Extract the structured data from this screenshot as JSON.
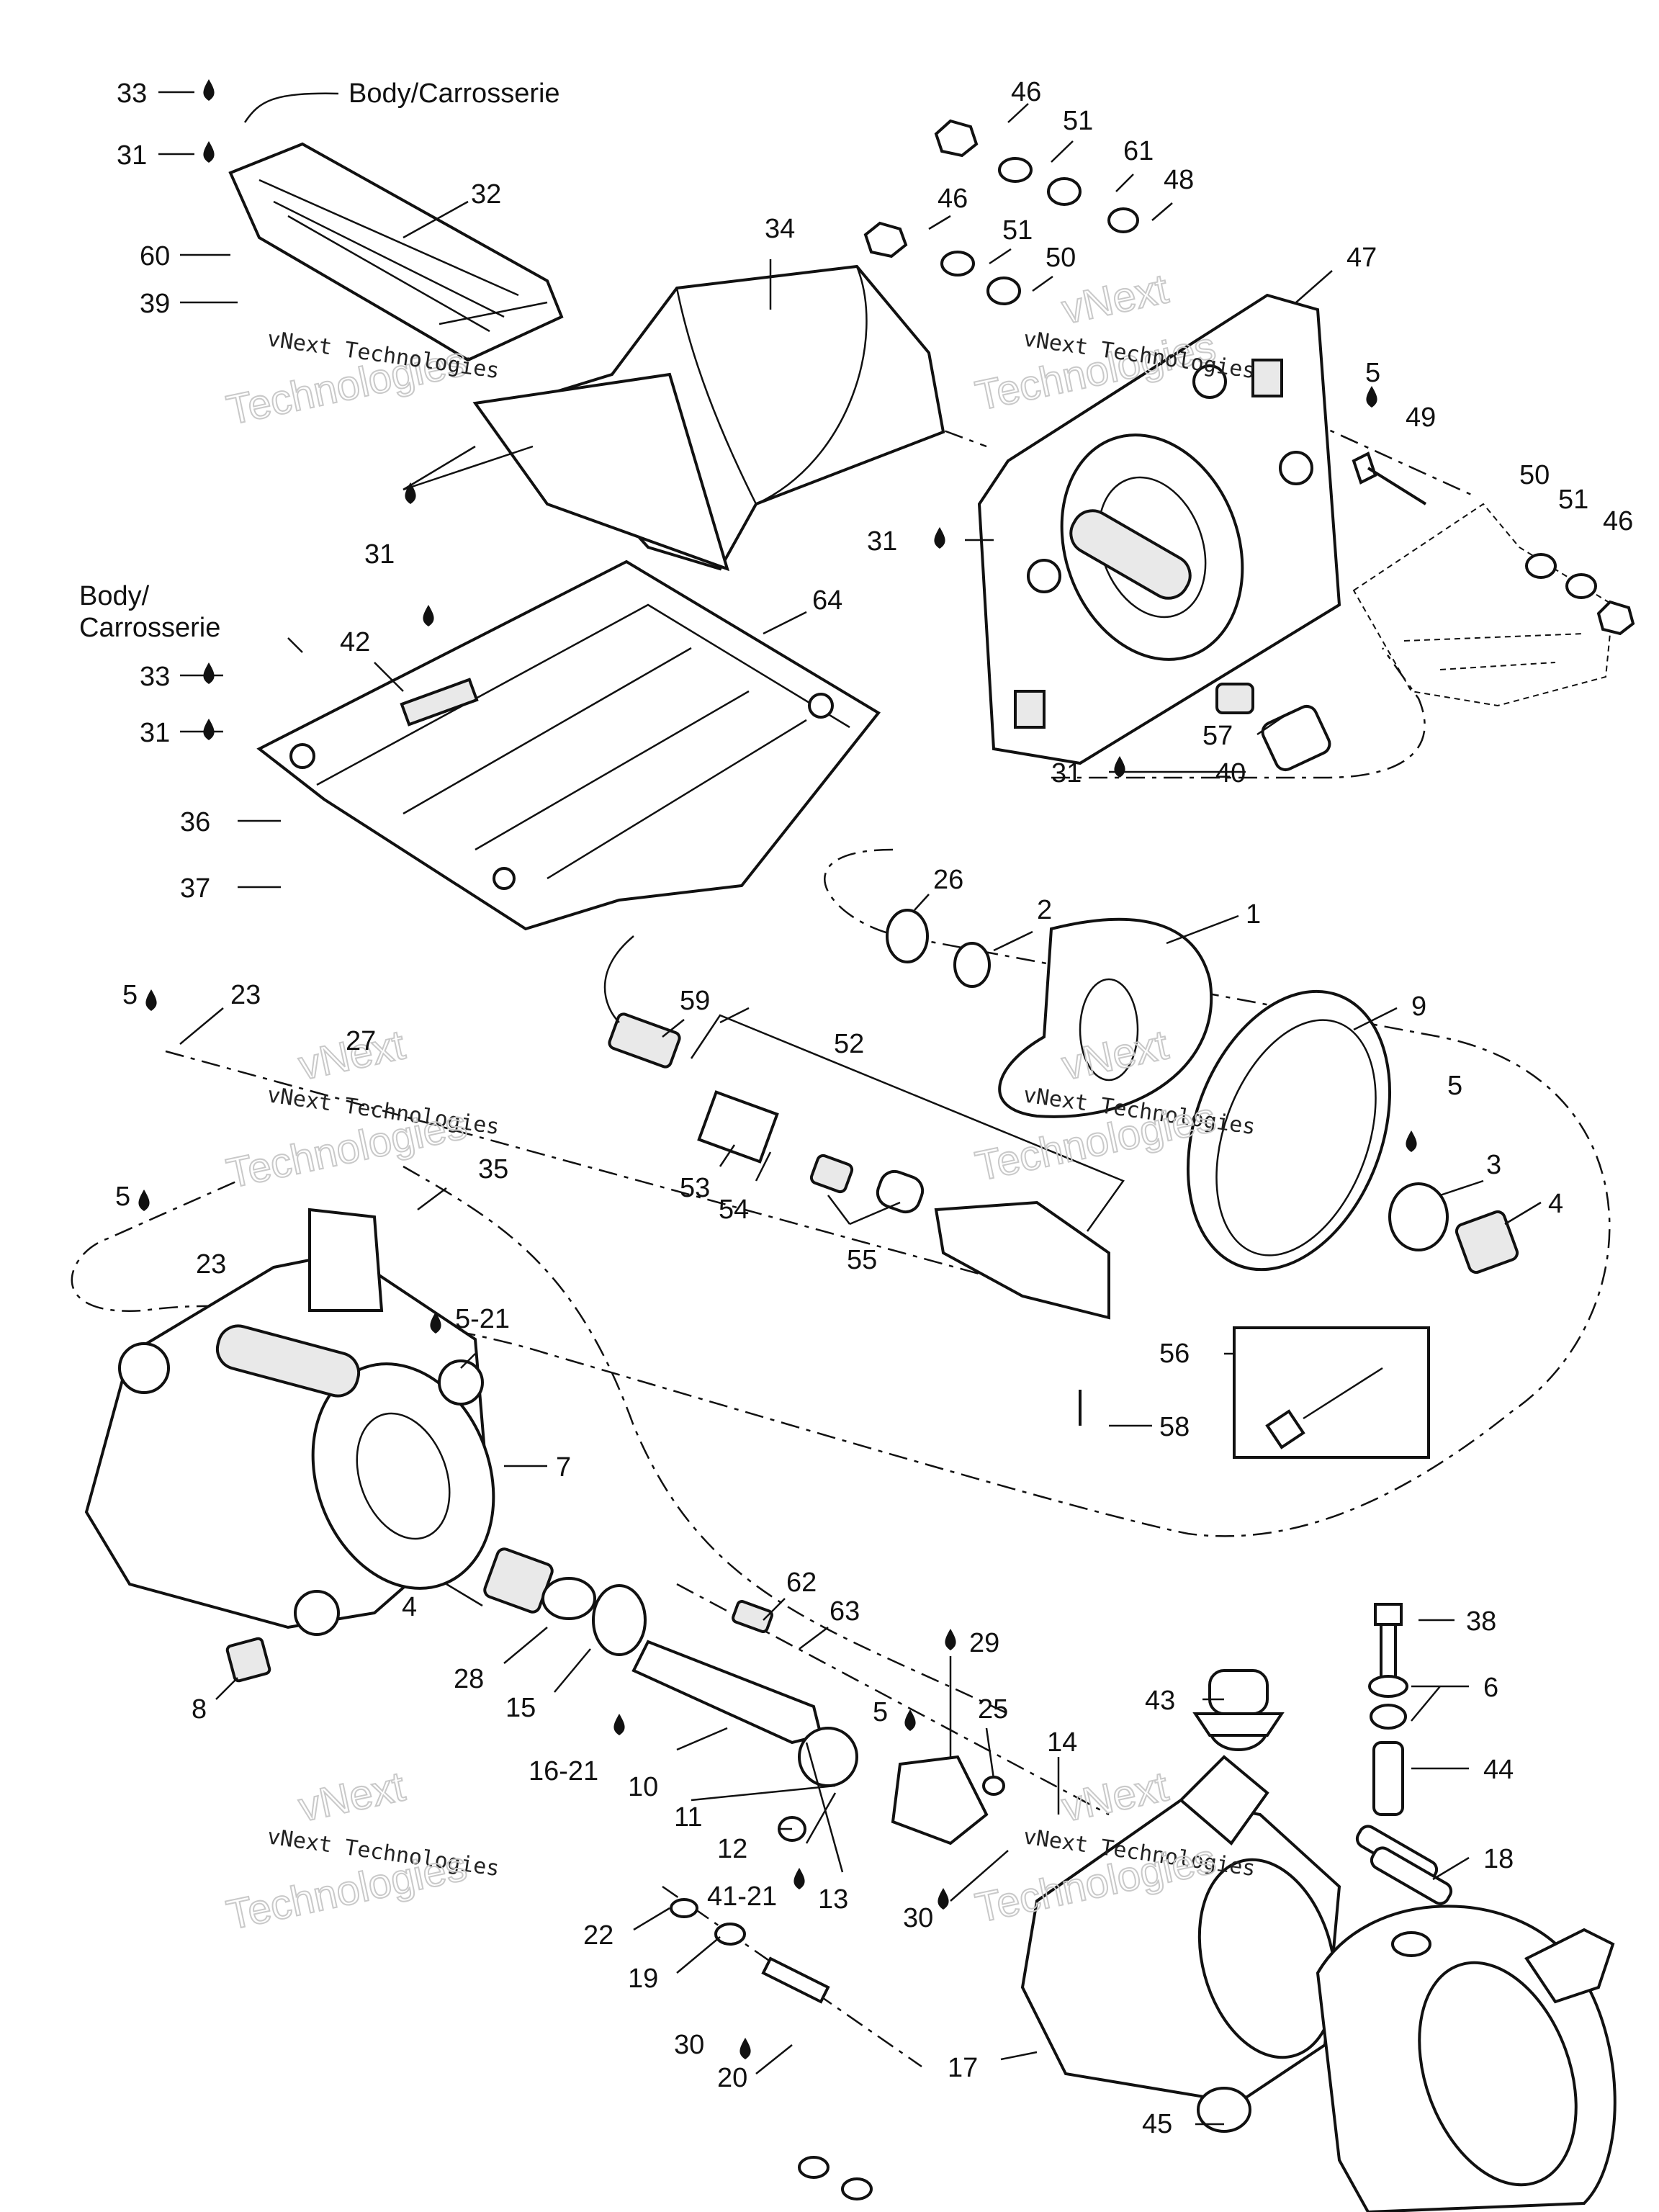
{
  "callouts": [
    {
      "id": "33a",
      "text": "33"
    },
    {
      "id": "31a",
      "text": "31"
    },
    {
      "id": "32",
      "text": "32"
    },
    {
      "id": "60",
      "text": "60"
    },
    {
      "id": "39",
      "text": "39"
    },
    {
      "id": "34",
      "text": "34"
    },
    {
      "id": "31b",
      "text": "31"
    },
    {
      "id": "42",
      "text": "42"
    },
    {
      "id": "64",
      "text": "64"
    },
    {
      "id": "33b",
      "text": "33"
    },
    {
      "id": "31c",
      "text": "31"
    },
    {
      "id": "36",
      "text": "36"
    },
    {
      "id": "37",
      "text": "37"
    },
    {
      "id": "46a",
      "text": "46"
    },
    {
      "id": "51a",
      "text": "51"
    },
    {
      "id": "61",
      "text": "61"
    },
    {
      "id": "48",
      "text": "48"
    },
    {
      "id": "46b",
      "text": "46"
    },
    {
      "id": "51b",
      "text": "51"
    },
    {
      "id": "50a",
      "text": "50"
    },
    {
      "id": "47",
      "text": "47"
    },
    {
      "id": "5a",
      "text": "5"
    },
    {
      "id": "49",
      "text": "49"
    },
    {
      "id": "50b",
      "text": "50"
    },
    {
      "id": "51c",
      "text": "51"
    },
    {
      "id": "46c",
      "text": "46"
    },
    {
      "id": "31d",
      "text": "31"
    },
    {
      "id": "57",
      "text": "57"
    },
    {
      "id": "40",
      "text": "40"
    },
    {
      "id": "31e",
      "text": "31"
    },
    {
      "id": "26",
      "text": "26"
    },
    {
      "id": "2",
      "text": "2"
    },
    {
      "id": "1",
      "text": "1"
    },
    {
      "id": "9",
      "text": "9"
    },
    {
      "id": "5b",
      "text": "5"
    },
    {
      "id": "3",
      "text": "3"
    },
    {
      "id": "4a",
      "text": "4"
    },
    {
      "id": "59",
      "text": "59"
    },
    {
      "id": "52",
      "text": "52"
    },
    {
      "id": "53",
      "text": "53"
    },
    {
      "id": "54",
      "text": "54"
    },
    {
      "id": "55",
      "text": "55"
    },
    {
      "id": "56",
      "text": "56"
    },
    {
      "id": "58",
      "text": "58"
    },
    {
      "id": "5c",
      "text": "5"
    },
    {
      "id": "23a",
      "text": "23"
    },
    {
      "id": "27",
      "text": "27"
    },
    {
      "id": "35",
      "text": "35"
    },
    {
      "id": "5d",
      "text": "5"
    },
    {
      "id": "23b",
      "text": "23"
    },
    {
      "id": "5-21",
      "text": "5-21"
    },
    {
      "id": "7",
      "text": "7"
    },
    {
      "id": "4b",
      "text": "4"
    },
    {
      "id": "8",
      "text": "8"
    },
    {
      "id": "28",
      "text": "28"
    },
    {
      "id": "15",
      "text": "15"
    },
    {
      "id": "16-21",
      "text": "16-21"
    },
    {
      "id": "10",
      "text": "10"
    },
    {
      "id": "11",
      "text": "11"
    },
    {
      "id": "12",
      "text": "12"
    },
    {
      "id": "41-21",
      "text": "41-21"
    },
    {
      "id": "13",
      "text": "13"
    },
    {
      "id": "62",
      "text": "62"
    },
    {
      "id": "63",
      "text": "63"
    },
    {
      "id": "29",
      "text": "29"
    },
    {
      "id": "5e",
      "text": "5"
    },
    {
      "id": "25",
      "text": "25"
    },
    {
      "id": "14",
      "text": "14"
    },
    {
      "id": "30a",
      "text": "30"
    },
    {
      "id": "43",
      "text": "43"
    },
    {
      "id": "38",
      "text": "38"
    },
    {
      "id": "6",
      "text": "6"
    },
    {
      "id": "44",
      "text": "44"
    },
    {
      "id": "18",
      "text": "18"
    },
    {
      "id": "22",
      "text": "22"
    },
    {
      "id": "19",
      "text": "19"
    },
    {
      "id": "30b",
      "text": "30"
    },
    {
      "id": "20",
      "text": "20"
    },
    {
      "id": "17",
      "text": "17"
    },
    {
      "id": "45",
      "text": "45"
    }
  ],
  "labels": {
    "body_top": "Body/Carrosserie",
    "body_mid_line1": "Body/",
    "body_mid_line2": "Carrosserie"
  },
  "watermark": {
    "brand": "vNext",
    "line": "vNext Technologies",
    "big": "Technologies"
  }
}
